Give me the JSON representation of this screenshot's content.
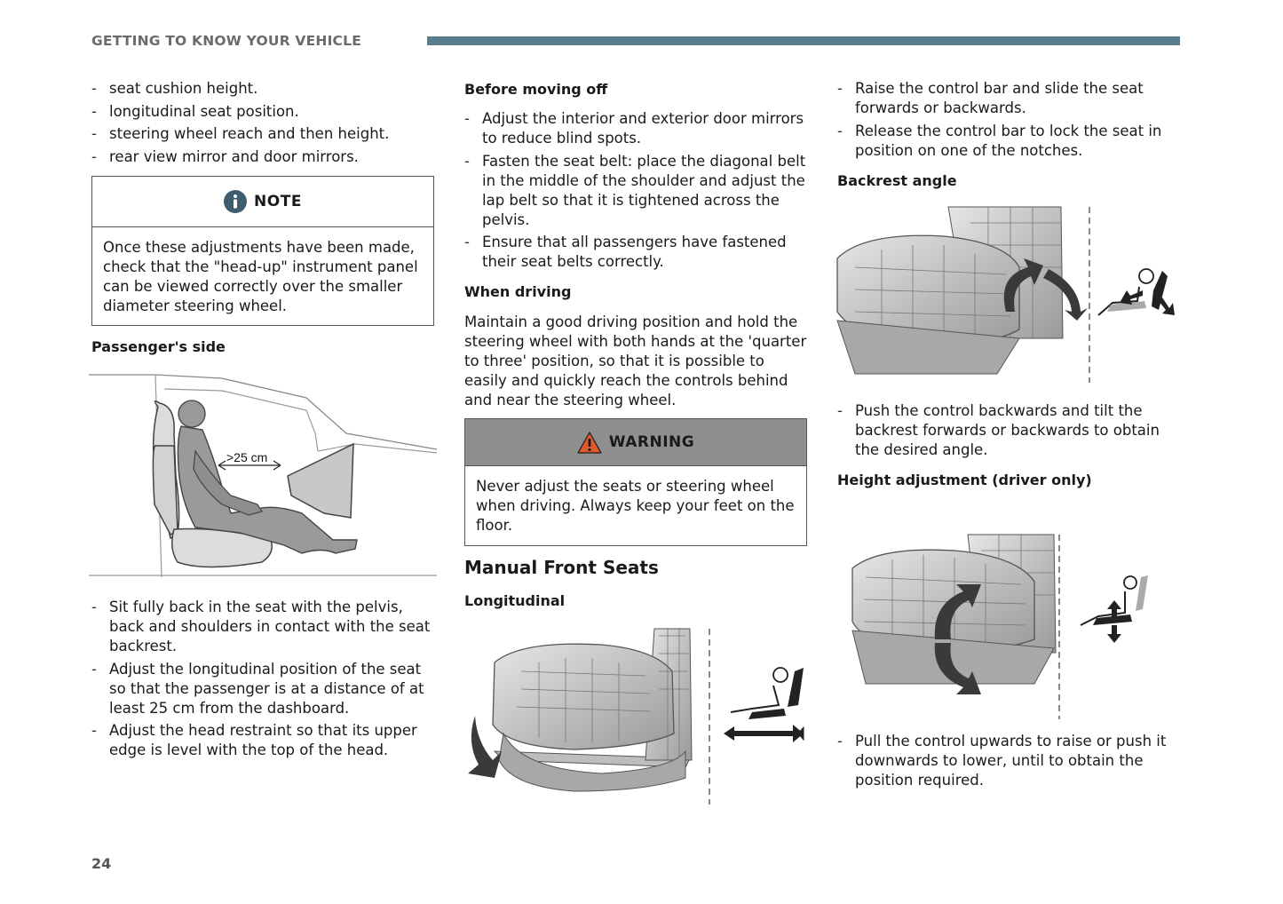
{
  "header": {
    "section_title": "GETTING TO KNOW YOUR VEHICLE"
  },
  "col1": {
    "top_list": [
      "seat cushion height.",
      "longitudinal seat position.",
      "steering wheel reach and then height.",
      "rear view mirror and door mirrors."
    ],
    "note": {
      "title": "NOTE",
      "icon": "info-icon",
      "text": "Once these adjustments have been made, check that the \"head-up\" instrument panel can be viewed correctly over the smaller diameter steering wheel."
    },
    "passenger_heading": "Passenger's side",
    "distance_label": ">25 cm",
    "passenger_list": [
      "Sit fully back in the seat with the pelvis, back and shoulders in contact with the seat backrest.",
      "Adjust the longitudinal position of the seat so that the passenger is at a distance of at least 25 cm from the dashboard.",
      "Adjust the head restraint so that its upper edge is level with the top of the head."
    ]
  },
  "col2": {
    "before_heading": "Before moving off",
    "before_list": [
      "Adjust the interior and exterior door mirrors to reduce blind spots.",
      "Fasten the seat belt: place the diagonal belt in the middle of the shoulder and adjust the lap belt so that it is tightened across the pelvis.",
      "Ensure that all passengers have fastened their seat belts correctly."
    ],
    "driving_heading": "When driving",
    "driving_text": "Maintain a good driving position and hold the steering wheel with both hands at the 'quarter to three' position, so that it is possible to easily and quickly reach the controls behind and near the steering wheel.",
    "warning": {
      "title": "WARNING",
      "icon": "warning-triangle-icon",
      "text": "Never adjust the seats or steering wheel when driving. Always keep your feet on the floor."
    },
    "manual_heading": "Manual Front Seats",
    "longitudinal_heading": "Longitudinal"
  },
  "col3": {
    "top_list": [
      "Raise the control bar and slide the seat forwards or backwards.",
      "Release the control bar to lock the seat in position on one of the notches."
    ],
    "backrest_heading": "Backrest angle",
    "backrest_list": [
      "Push the control backwards and tilt the backrest forwards or backwards to obtain the desired angle."
    ],
    "height_heading": "Height adjustment (driver only)",
    "height_list": [
      "Pull the control upwards to raise or push it downwards to lower, until to obtain the position required."
    ]
  },
  "footer": {
    "page_number": "24"
  },
  "colors": {
    "accent_bar": "#5a7d8e",
    "info_icon": "#3f5d6e",
    "warning_icon": "#e0592a",
    "warning_header": "#8f8f8f"
  }
}
